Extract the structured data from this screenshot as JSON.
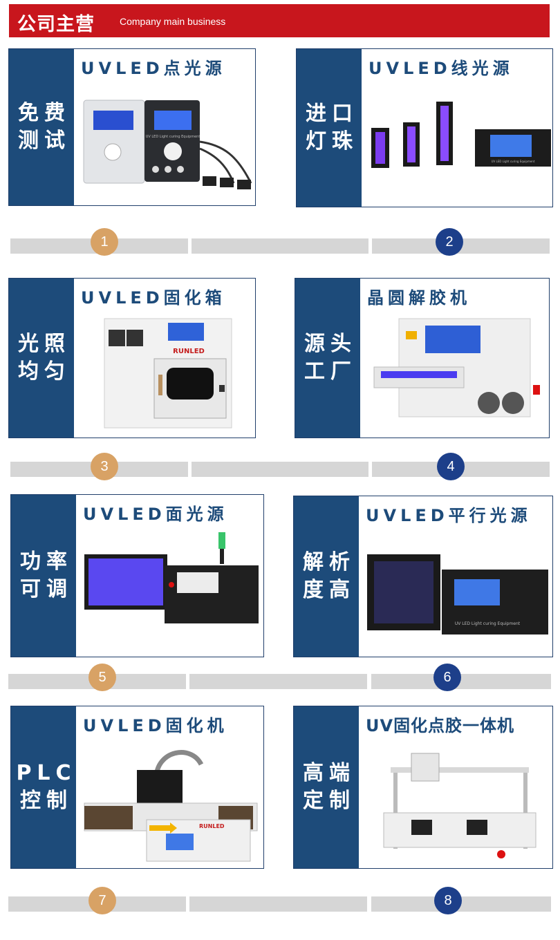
{
  "header": {
    "title_zh": "公司主营",
    "title_en": "Company main business"
  },
  "cards": [
    {
      "side": [
        "免费",
        "测试"
      ],
      "title": "UVLED点光源",
      "number": "1"
    },
    {
      "side": [
        "进口",
        "灯珠"
      ],
      "title": "UVLED线光源",
      "number": "2"
    },
    {
      "side": [
        "光照",
        "均匀"
      ],
      "title": "UVLED固化箱",
      "number": "3"
    },
    {
      "side": [
        "源头",
        "工厂"
      ],
      "title": "晶圆解胶机",
      "number": "4"
    },
    {
      "side": [
        "功率",
        "可调"
      ],
      "title": "UVLED面光源",
      "number": "5"
    },
    {
      "side": [
        "解析",
        "度高"
      ],
      "title": "UVLED平行光源",
      "number": "6"
    },
    {
      "side": [
        "PLC",
        "控制"
      ],
      "title": "UVLED固化机",
      "number": "7"
    },
    {
      "side": [
        "高端",
        "定制"
      ],
      "title": "UV固化点胶一体机",
      "number": "8"
    }
  ],
  "product_texts": {
    "brand": "RUNLED",
    "equipment": "UV LED Light curing Equipment"
  },
  "colors": {
    "header_red": "#c8161d",
    "navy": "#1d4b7a",
    "badge_gold": "#d8a265",
    "badge_blue": "#1d3f8a",
    "divider_gray": "#d6d6d6"
  }
}
